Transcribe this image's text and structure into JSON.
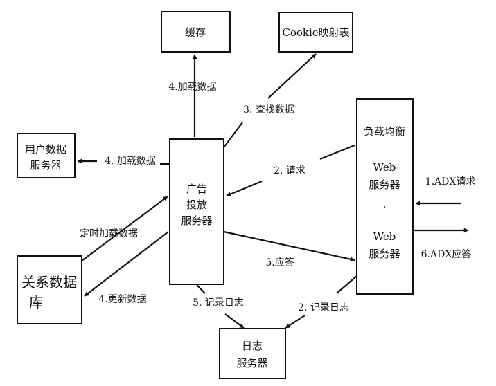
{
  "nodes": {
    "cache": "缓存",
    "cookie_map": "Cookie映射表",
    "user_data_server_line1": "用户数据",
    "user_data_server_line2": "服务器",
    "ad_server_line1": "广告",
    "ad_server_line2": "投放",
    "ad_server_line3": "服务器",
    "load_balancer_title": "负载均衡",
    "web_server_1_line1": "Web",
    "web_server_1_line2": "服务器",
    "web_ellipsis": "·",
    "web_server_2_line1": "Web",
    "web_server_2_line2": "服务器",
    "relational_db_line1": "关系数据",
    "relational_db_line2": "库",
    "log_server_line1": "日志",
    "log_server_line2": "服务器"
  },
  "edges": {
    "load_cache": "4.加载数据",
    "lookup_cookie": "3. 查找数据",
    "load_user_data": "4. 加载数据",
    "request": "2. 请求",
    "adx_request": "1.ADX请求",
    "scheduled_load": "定时加载数据",
    "response": "5.应答",
    "adx_response": "6.ADX应答",
    "update_data": "4.更新数据",
    "log_from_ad": "5. 记录日志",
    "log_from_lb": "2. 记录日志"
  }
}
